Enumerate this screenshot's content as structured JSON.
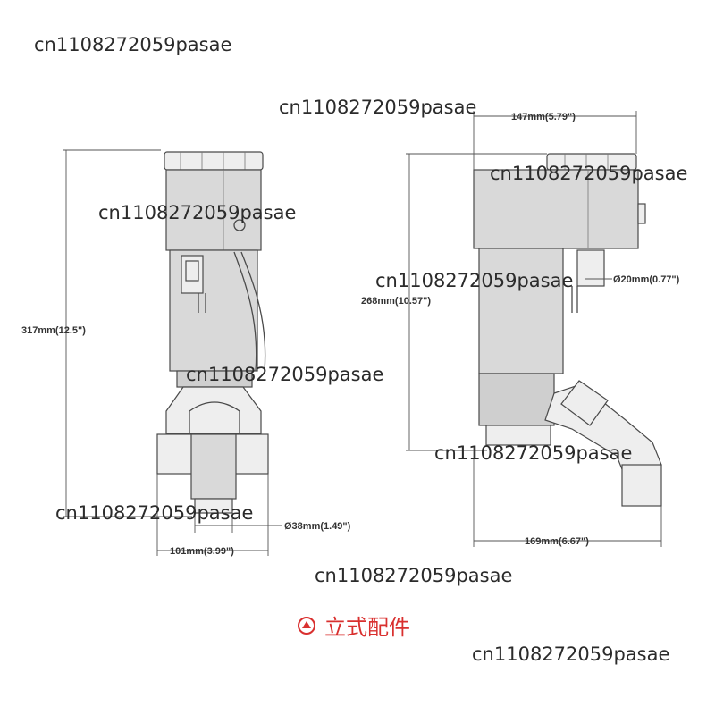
{
  "dimensions": {
    "left_height": "317mm(12.5\")",
    "left_width": "101mm(3.99\")",
    "left_port": "Ø38mm(1.49\")",
    "right_top_width": "147mm(5.79\")",
    "right_height": "268mm(10.57\")",
    "right_port": "Ø20mm(0.77\")",
    "right_width": "169mm(6.67\")"
  },
  "watermarks": [
    "cn1108272059pasae",
    "cn1108272059pasae",
    "cn1108272059pasae",
    "cn1108272059pasae",
    "cn1108272059pasae",
    "cn1108272059pasae",
    "cn1108272059pasae",
    "cn1108272059pasae",
    "cn1108272059pasae",
    "cn1108272059pasae"
  ],
  "caption": {
    "icon": "up-arrow-circle-icon",
    "text": "立式配件",
    "color": "#d9302f"
  }
}
